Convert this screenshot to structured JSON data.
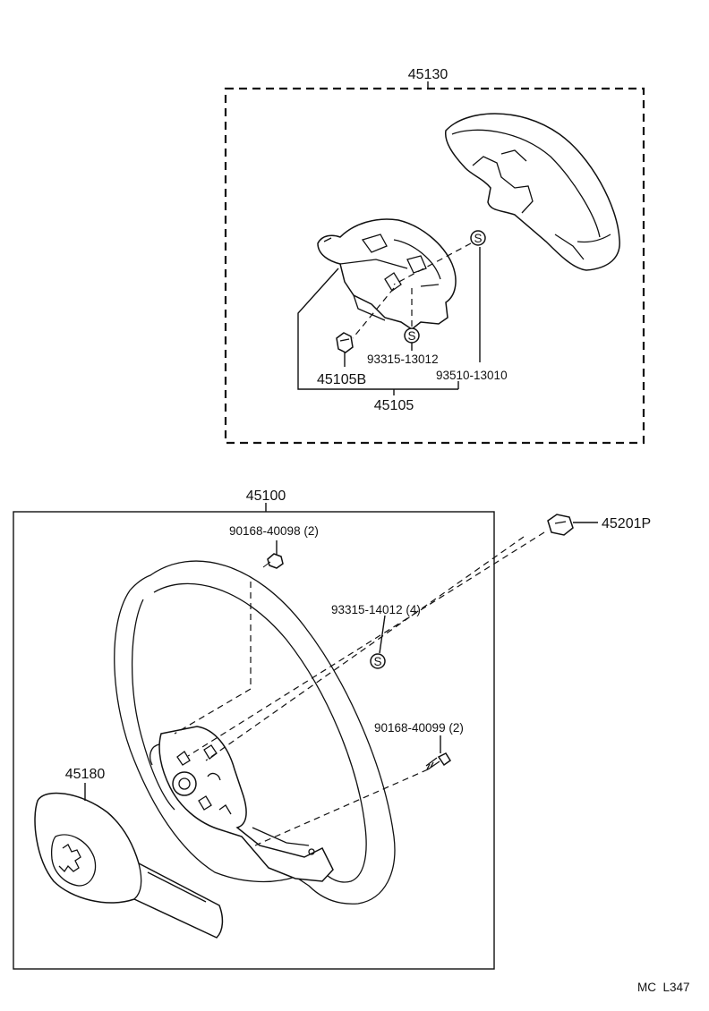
{
  "assembly_pad": {
    "number": "45130",
    "parts": {
      "pad_cover": "",
      "horn_button_assy": "45105",
      "bracket": "45105B",
      "screw": "93315-13012",
      "screw_b": "93510-13010"
    }
  },
  "assembly_wheel": {
    "number": "45100",
    "parts": {
      "bolt_upper": "90168-40098 (2)",
      "screw_mid": "93315-14012 (4)",
      "bolt_lower": "90168-40099 (2)",
      "nut": "45201P",
      "lower_cover": "45180"
    }
  },
  "footer": {
    "code": "MC  L347"
  },
  "colors": {
    "ink": "#111111",
    "paper": "#ffffff"
  },
  "icons": {
    "screw_symbol": "S"
  }
}
